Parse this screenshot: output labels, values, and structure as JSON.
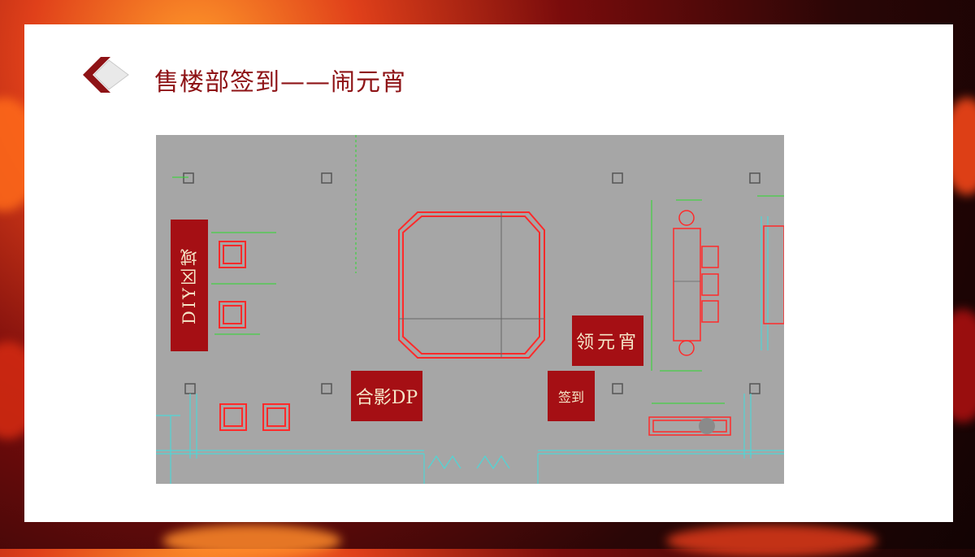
{
  "slide": {
    "title": "售楼部签到——闹元宵"
  },
  "plan": {
    "labels": {
      "diy": "DIY区域",
      "photo": "合影DP",
      "lantern": "领元宵",
      "checkin": "签到"
    }
  },
  "colors": {
    "title": "#8e1316",
    "tag_bg": "#a50f14",
    "tag_text": "#f5e6c8",
    "plan_bg": "#a6a6a6",
    "cad_red": "#ff2a2a",
    "cad_green": "#2cd92c",
    "cad_cyan": "#4fd6d6"
  },
  "icons": [
    "diamond-bullet-icon"
  ]
}
